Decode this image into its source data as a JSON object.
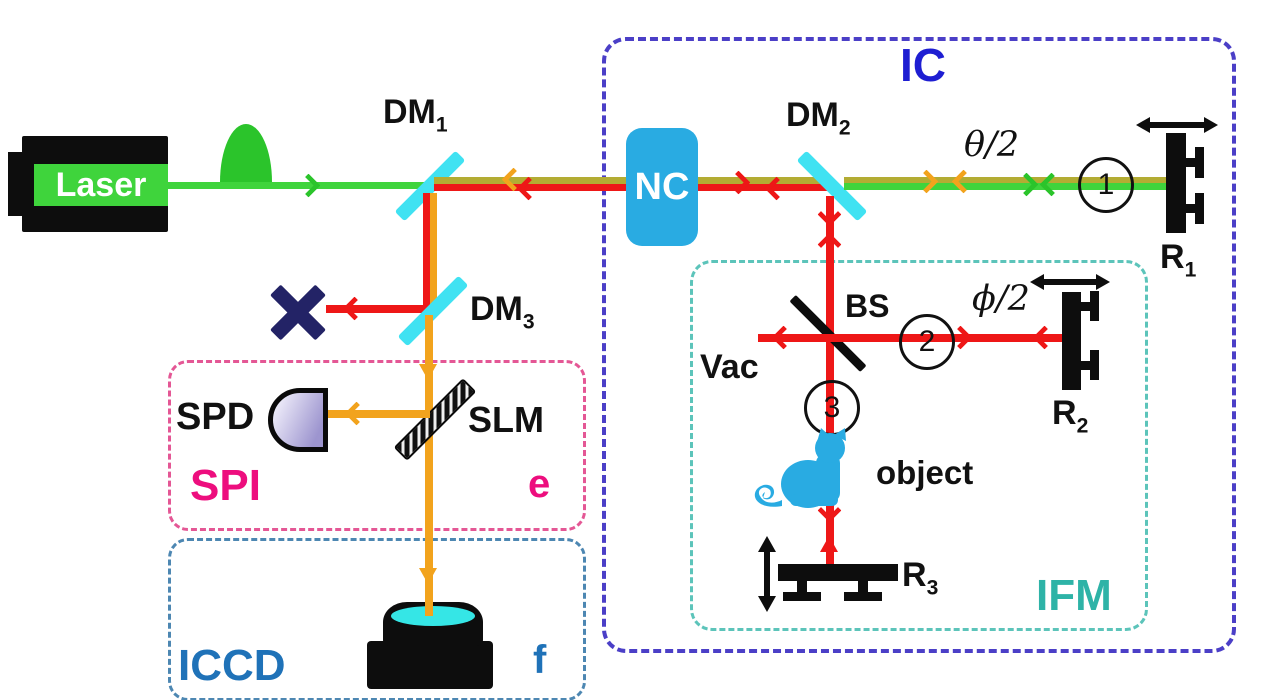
{
  "palette": {
    "green": "#3fd43c",
    "green_dark": "#2bc42b",
    "olive": "#b3ac33",
    "red": "#ee1717",
    "orange": "#f2a31d",
    "cyan": "#40e2f2",
    "component_blue": "#29abe2",
    "cat_blue": "#29abe2",
    "navy": "#232366",
    "camera_lens_cyan": "#35e6e6",
    "magenta_border": "#e45795",
    "magenta_label": "#ed0e7e",
    "teal_border": "#5cc4ba",
    "teal_label": "#2eb3a7",
    "steel_border": "#4d87b2",
    "steel_label": "#1f72b8",
    "ic_border": "#4b3fc7",
    "ic_label": "#1e1ed2",
    "black": "#0d0d0d"
  },
  "labels": {
    "laser": "Laser",
    "nc": "NC",
    "bs": "BS",
    "vac": "Vac",
    "object": "object",
    "slm": "SLM",
    "spd": "SPD",
    "theta_half": "θ/2",
    "phi_half": "ϕ/2"
  },
  "boxes": {
    "ic": "IC",
    "ifm": "IFM",
    "spi": "SPI",
    "spi_panel": "e",
    "iccd": "ICCD",
    "iccd_panel": "f"
  },
  "dichroic_mirrors": [
    {
      "name": "DM",
      "sub": "1"
    },
    {
      "name": "DM",
      "sub": "2"
    },
    {
      "name": "DM",
      "sub": "3"
    }
  ],
  "reference_mirrors": [
    {
      "name": "R",
      "sub": "1"
    },
    {
      "name": "R",
      "sub": "2"
    },
    {
      "name": "R",
      "sub": "3"
    }
  ],
  "beam_markers": [
    {
      "value": "1"
    },
    {
      "value": "2"
    },
    {
      "value": "3"
    }
  ]
}
